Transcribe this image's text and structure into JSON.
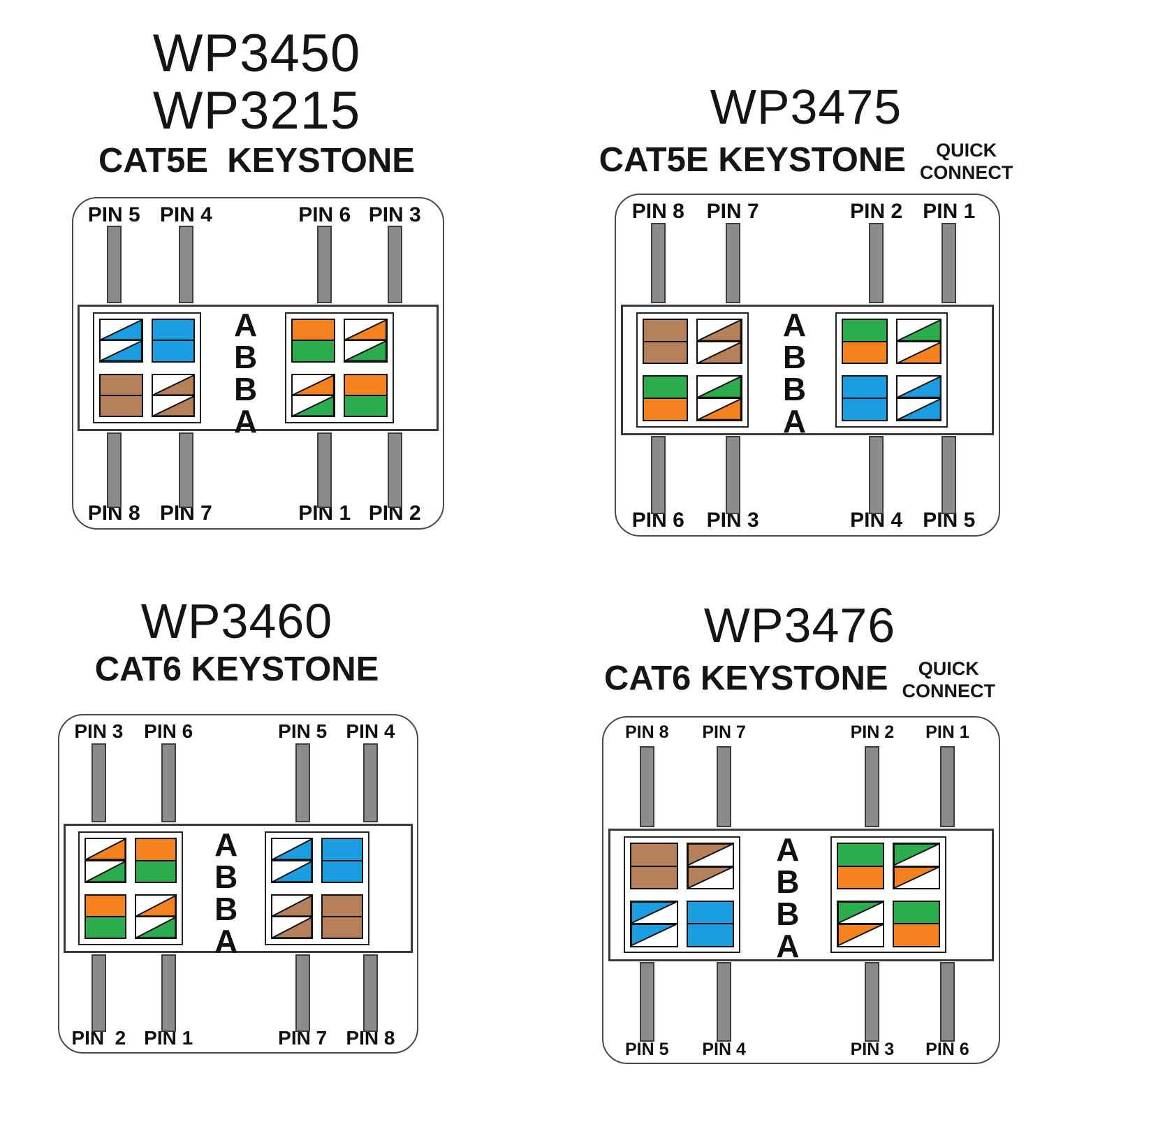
{
  "colors": {
    "blue": "#1B9DE2",
    "orange": "#F5821F",
    "green": "#2BAD4E",
    "brown": "#B5805A",
    "pin_gray": "#8B8B8B",
    "white": "#FFFFFF"
  },
  "letters": [
    "A",
    "B",
    "B",
    "A"
  ],
  "panels": [
    {
      "title_lines": [
        "WP3450",
        "WP3215"
      ],
      "subtitle": "CAT5E  KEYSTONE",
      "quick_connect": null,
      "top_pins": [
        "PIN 5",
        "PIN 4",
        "PIN 6",
        "PIN 3"
      ],
      "bottom_pins": [
        "PIN 8",
        "PIN 7",
        "PIN 1",
        "PIN 2"
      ],
      "stripe_dir": "lr",
      "left_group": [
        [
          {
            "color": "blue",
            "stripe": true
          },
          {
            "color": "blue",
            "stripe": true
          }
        ],
        [
          {
            "color": "blue",
            "stripe": false
          },
          {
            "color": "blue",
            "stripe": false
          }
        ],
        [
          {
            "color": "brown",
            "stripe": false
          },
          {
            "color": "brown",
            "stripe": false
          }
        ],
        [
          {
            "color": "brown",
            "stripe": true
          },
          {
            "color": "brown",
            "stripe": true
          }
        ]
      ],
      "right_group": [
        [
          {
            "color": "orange",
            "stripe": false
          },
          {
            "color": "green",
            "stripe": false
          }
        ],
        [
          {
            "color": "orange",
            "stripe": true
          },
          {
            "color": "green",
            "stripe": true
          }
        ],
        [
          {
            "color": "orange",
            "stripe": true
          },
          {
            "color": "green",
            "stripe": true
          }
        ],
        [
          {
            "color": "orange",
            "stripe": false
          },
          {
            "color": "green",
            "stripe": false
          }
        ]
      ]
    },
    {
      "title_lines": [
        "WP3475"
      ],
      "subtitle": "CAT5E KEYSTONE",
      "quick_connect": {
        "line1": "QUICK",
        "line2": "CONNECT"
      },
      "top_pins": [
        "PIN 8",
        "PIN 7",
        "PIN 2",
        "PIN 1"
      ],
      "bottom_pins": [
        "PIN 6",
        "PIN 3",
        "PIN 4",
        "PIN 5"
      ],
      "stripe_dir": "lr",
      "left_group": [
        [
          {
            "color": "brown",
            "stripe": false
          },
          {
            "color": "brown",
            "stripe": false
          }
        ],
        [
          {
            "color": "brown",
            "stripe": true
          },
          {
            "color": "brown",
            "stripe": true
          }
        ],
        [
          {
            "color": "green",
            "stripe": false
          },
          {
            "color": "orange",
            "stripe": false
          }
        ],
        [
          {
            "color": "green",
            "stripe": true
          },
          {
            "color": "orange",
            "stripe": true
          }
        ]
      ],
      "right_group": [
        [
          {
            "color": "green",
            "stripe": false
          },
          {
            "color": "orange",
            "stripe": false
          }
        ],
        [
          {
            "color": "green",
            "stripe": true
          },
          {
            "color": "orange",
            "stripe": true
          }
        ],
        [
          {
            "color": "blue",
            "stripe": false
          },
          {
            "color": "blue",
            "stripe": false
          }
        ],
        [
          {
            "color": "blue",
            "stripe": true
          },
          {
            "color": "blue",
            "stripe": true
          }
        ]
      ]
    },
    {
      "title_lines": [
        "WP3460"
      ],
      "subtitle": "CAT6 KEYSTONE",
      "quick_connect": null,
      "top_pins": [
        "PIN 3",
        "PIN 6",
        "PIN 5",
        "PIN 4"
      ],
      "bottom_pins": [
        "PIN  2",
        "PIN 1",
        "PIN 7",
        "PIN 8"
      ],
      "stripe_dir": "lr",
      "left_group": [
        [
          {
            "color": "orange",
            "stripe": true
          },
          {
            "color": "green",
            "stripe": true
          }
        ],
        [
          {
            "color": "orange",
            "stripe": false
          },
          {
            "color": "green",
            "stripe": false
          }
        ],
        [
          {
            "color": "orange",
            "stripe": false
          },
          {
            "color": "green",
            "stripe": false
          }
        ],
        [
          {
            "color": "orange",
            "stripe": true
          },
          {
            "color": "green",
            "stripe": true
          }
        ]
      ],
      "right_group": [
        [
          {
            "color": "blue",
            "stripe": true
          },
          {
            "color": "blue",
            "stripe": true
          }
        ],
        [
          {
            "color": "blue",
            "stripe": false
          },
          {
            "color": "blue",
            "stripe": false
          }
        ],
        [
          {
            "color": "brown",
            "stripe": true
          },
          {
            "color": "brown",
            "stripe": true
          }
        ],
        [
          {
            "color": "brown",
            "stripe": false
          },
          {
            "color": "brown",
            "stripe": false
          }
        ]
      ]
    },
    {
      "title_lines": [
        "WP3476"
      ],
      "subtitle": "CAT6 KEYSTONE",
      "quick_connect": {
        "line1": "QUICK",
        "line2": "CONNECT"
      },
      "top_pins": [
        "PIN 8",
        "PIN 7",
        "PIN 2",
        "PIN 1"
      ],
      "bottom_pins": [
        "PIN 5",
        "PIN 4",
        "PIN 3",
        "PIN 6"
      ],
      "stripe_dir": "ul",
      "left_group": [
        [
          {
            "color": "brown",
            "stripe": false
          },
          {
            "color": "brown",
            "stripe": false
          }
        ],
        [
          {
            "color": "brown",
            "stripe": true
          },
          {
            "color": "brown",
            "stripe": true
          }
        ],
        [
          {
            "color": "blue",
            "stripe": true
          },
          {
            "color": "blue",
            "stripe": true
          }
        ],
        [
          {
            "color": "blue",
            "stripe": false
          },
          {
            "color": "blue",
            "stripe": false
          }
        ]
      ],
      "right_group": [
        [
          {
            "color": "green",
            "stripe": false
          },
          {
            "color": "orange",
            "stripe": false
          }
        ],
        [
          {
            "color": "green",
            "stripe": true
          },
          {
            "color": "orange",
            "stripe": true
          }
        ],
        [
          {
            "color": "green",
            "stripe": true
          },
          {
            "color": "orange",
            "stripe": true
          }
        ],
        [
          {
            "color": "green",
            "stripe": false
          },
          {
            "color": "orange",
            "stripe": false
          }
        ]
      ]
    }
  ]
}
